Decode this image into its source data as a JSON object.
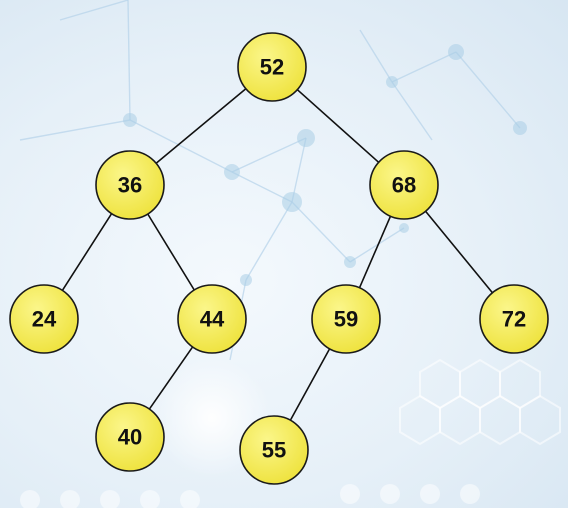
{
  "tree": {
    "nodes": [
      {
        "id": "n52",
        "label": "52"
      },
      {
        "id": "n36",
        "label": "36"
      },
      {
        "id": "n68",
        "label": "68"
      },
      {
        "id": "n24",
        "label": "24"
      },
      {
        "id": "n44",
        "label": "44"
      },
      {
        "id": "n59",
        "label": "59"
      },
      {
        "id": "n72",
        "label": "72"
      },
      {
        "id": "n40",
        "label": "40"
      },
      {
        "id": "n55",
        "label": "55"
      }
    ],
    "edges": [
      {
        "from": "n52",
        "to": "n36"
      },
      {
        "from": "n52",
        "to": "n68"
      },
      {
        "from": "n36",
        "to": "n24"
      },
      {
        "from": "n36",
        "to": "n44"
      },
      {
        "from": "n44",
        "to": "n40"
      },
      {
        "from": "n68",
        "to": "n59"
      },
      {
        "from": "n68",
        "to": "n72"
      },
      {
        "from": "n59",
        "to": "n55"
      }
    ]
  },
  "colors": {
    "node_fill": "#f5ee5a",
    "node_stroke": "#1a1a1a",
    "edge": "#111111"
  }
}
